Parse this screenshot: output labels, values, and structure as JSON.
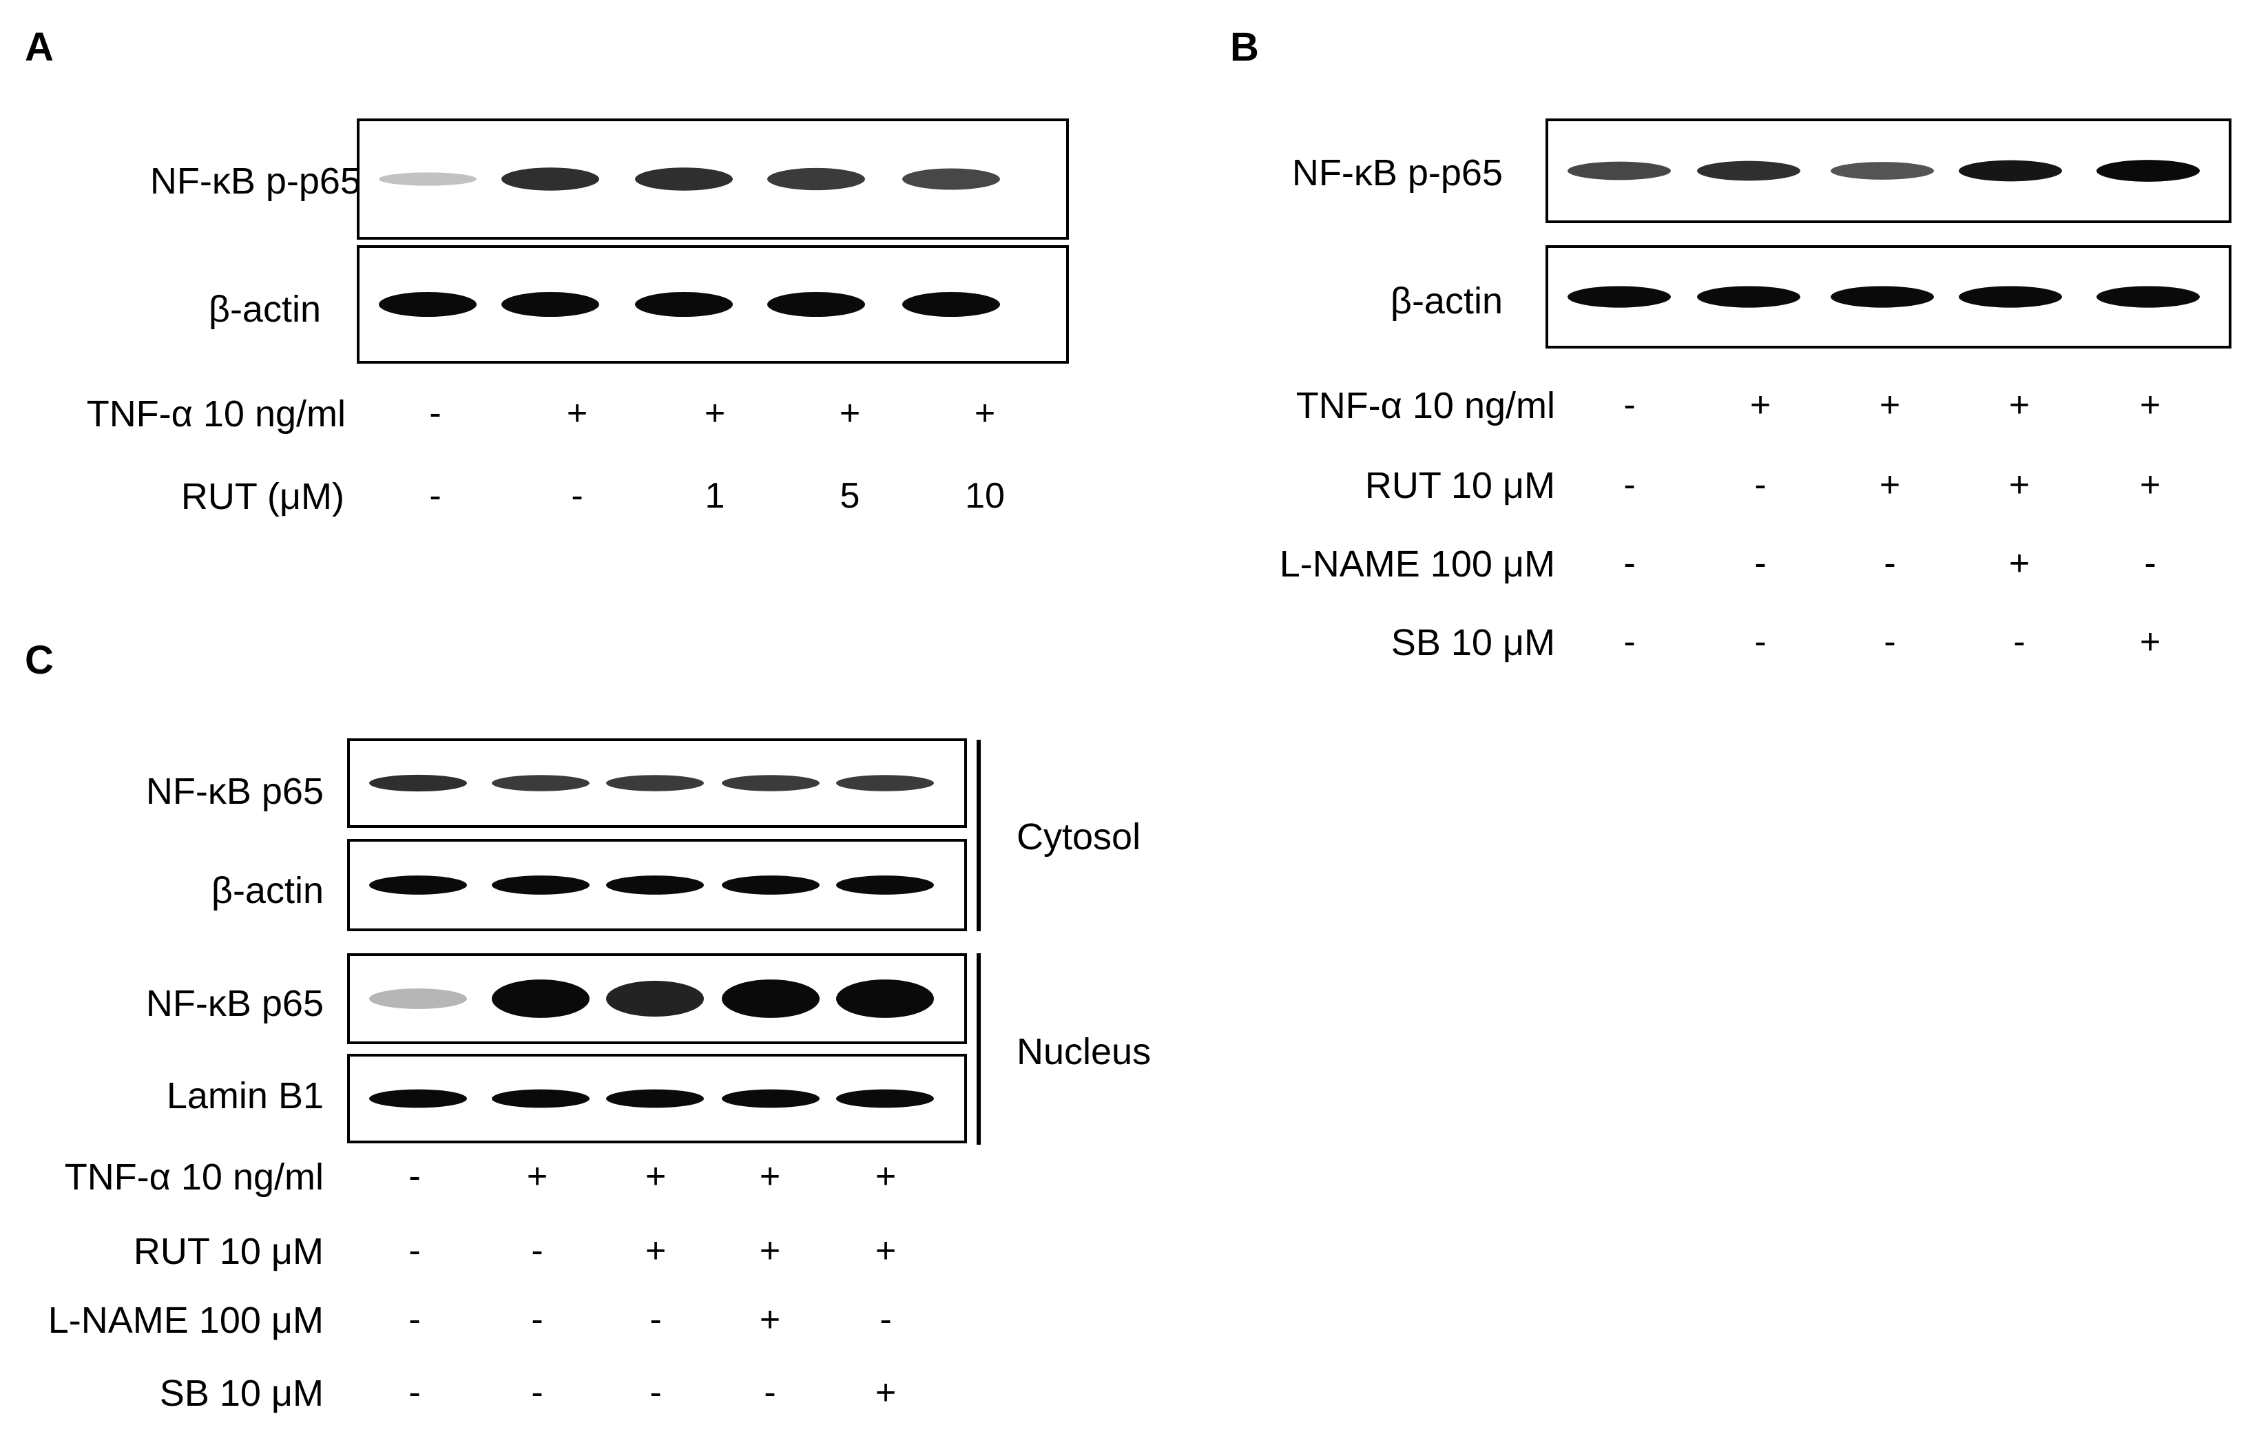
{
  "panels": {
    "A": {
      "letter": "A",
      "blots": [
        {
          "label": "NF-κB p-p65",
          "intensities": [
            0.25,
            0.85,
            0.85,
            0.8,
            0.75
          ]
        },
        {
          "label": "β-actin",
          "intensities": [
            1,
            1,
            1,
            1,
            1
          ]
        }
      ],
      "conditions": [
        {
          "label": "TNF-α  10 ng/ml",
          "values": [
            "-",
            "+",
            "+",
            "+",
            "+"
          ]
        },
        {
          "label": "RUT (μM)",
          "values": [
            "-",
            "-",
            "1",
            "5",
            "10"
          ]
        }
      ]
    },
    "B": {
      "letter": "B",
      "blots": [
        {
          "label": "NF-κB p-p65",
          "intensities": [
            0.75,
            0.85,
            0.7,
            0.95,
            1
          ]
        },
        {
          "label": "β-actin",
          "intensities": [
            1,
            1,
            1,
            1,
            1
          ]
        }
      ],
      "conditions": [
        {
          "label": "TNF-α  10 ng/ml",
          "values": [
            "-",
            "+",
            "+",
            "+",
            "+"
          ]
        },
        {
          "label": "RUT 10 μM",
          "values": [
            "-",
            "-",
            "+",
            "+",
            "+"
          ]
        },
        {
          "label": "L-NAME 100 μM",
          "values": [
            "-",
            "-",
            "-",
            "+",
            "-"
          ]
        },
        {
          "label": "SB 10 μM",
          "values": [
            "-",
            "-",
            "-",
            "-",
            "+"
          ]
        }
      ]
    },
    "C": {
      "letter": "C",
      "blots": [
        {
          "label": "NF-κB p65",
          "intensities": [
            0.85,
            0.8,
            0.8,
            0.8,
            0.8
          ]
        },
        {
          "label": "β-actin",
          "intensities": [
            1,
            1,
            1,
            1,
            1
          ]
        },
        {
          "label": "NF-κB p65",
          "intensities": [
            0.3,
            1,
            0.9,
            1,
            1
          ]
        },
        {
          "label": "Lamin B1",
          "intensities": [
            1,
            1,
            1,
            1,
            1
          ]
        }
      ],
      "fractions": [
        "Cytosol",
        "Nucleus"
      ],
      "conditions": [
        {
          "label": "TNF-α  10 ng/ml",
          "values": [
            "-",
            "+",
            "+",
            "+",
            "+"
          ]
        },
        {
          "label": "RUT 10 μM",
          "values": [
            "-",
            "-",
            "+",
            "+",
            "+"
          ]
        },
        {
          "label": "L-NAME 100 μM",
          "values": [
            "-",
            "-",
            "-",
            "+",
            "-"
          ]
        },
        {
          "label": "SB 10 μM",
          "values": [
            "-",
            "-",
            "-",
            "-",
            "+"
          ]
        }
      ]
    }
  }
}
